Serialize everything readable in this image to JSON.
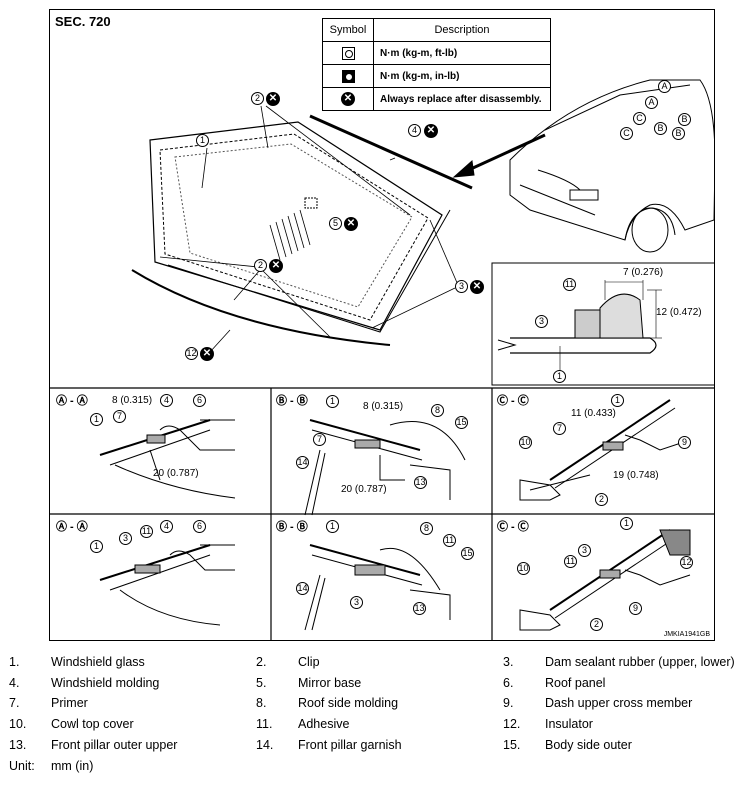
{
  "figure": {
    "section": "SEC. 720",
    "figure_id": "JMKIA1941GB",
    "symbol_table": {
      "header_symbol": "Symbol",
      "header_description": "Description",
      "rows": [
        {
          "icon": "torque-wrench-icon",
          "description": "N·m (kg-m, ft-lb)"
        },
        {
          "icon": "torque-wrench-filled-icon",
          "description": "N·m (kg-m, in-lb)"
        },
        {
          "icon": "replace-x-icon",
          "icon_glyph": "✕",
          "description": "Always replace after disassembly."
        }
      ]
    },
    "callouts": {
      "n1": "1",
      "n2": "2",
      "n3": "3",
      "n4": "4",
      "n5": "5",
      "n6": "6",
      "n7": "7",
      "n8": "8",
      "n9": "9",
      "n10": "10",
      "n11": "11",
      "n12": "12",
      "n13": "13",
      "n14": "14",
      "n15": "15",
      "a": "A",
      "b": "B",
      "c": "C",
      "x": "✕"
    },
    "section_labels": {
      "aa": "Ⓐ - Ⓐ",
      "bb": "Ⓑ - Ⓑ",
      "cc": "Ⓒ - Ⓒ"
    },
    "dimensions": {
      "d7": "7 (0.276)",
      "d12": "12 (0.472)",
      "d8": "8 (0.315)",
      "d20": "20 (0.787)",
      "d11": "11 (0.433)",
      "d19": "19 (0.748)"
    }
  },
  "legend": {
    "rows": [
      [
        {
          "num": "1.",
          "text": "Windshield glass"
        },
        {
          "num": "2.",
          "text": "Clip"
        },
        {
          "num": "3.",
          "text": "Dam sealant rubber (upper, lower)"
        }
      ],
      [
        {
          "num": "4.",
          "text": "Windshield molding"
        },
        {
          "num": "5.",
          "text": "Mirror base"
        },
        {
          "num": "6.",
          "text": "Roof panel"
        }
      ],
      [
        {
          "num": "7.",
          "text": "Primer"
        },
        {
          "num": "8.",
          "text": "Roof side molding"
        },
        {
          "num": "9.",
          "text": "Dash upper cross member"
        }
      ],
      [
        {
          "num": "10.",
          "text": "Cowl top cover"
        },
        {
          "num": "11.",
          "text": "Adhesive"
        },
        {
          "num": "12.",
          "text": "Insulator"
        }
      ],
      [
        {
          "num": "13.",
          "text": "Front pillar outer upper"
        },
        {
          "num": "14.",
          "text": "Front pillar garnish"
        },
        {
          "num": "15.",
          "text": "Body side outer"
        }
      ]
    ],
    "unit_label": "Unit:",
    "unit_value": "mm (in)"
  }
}
